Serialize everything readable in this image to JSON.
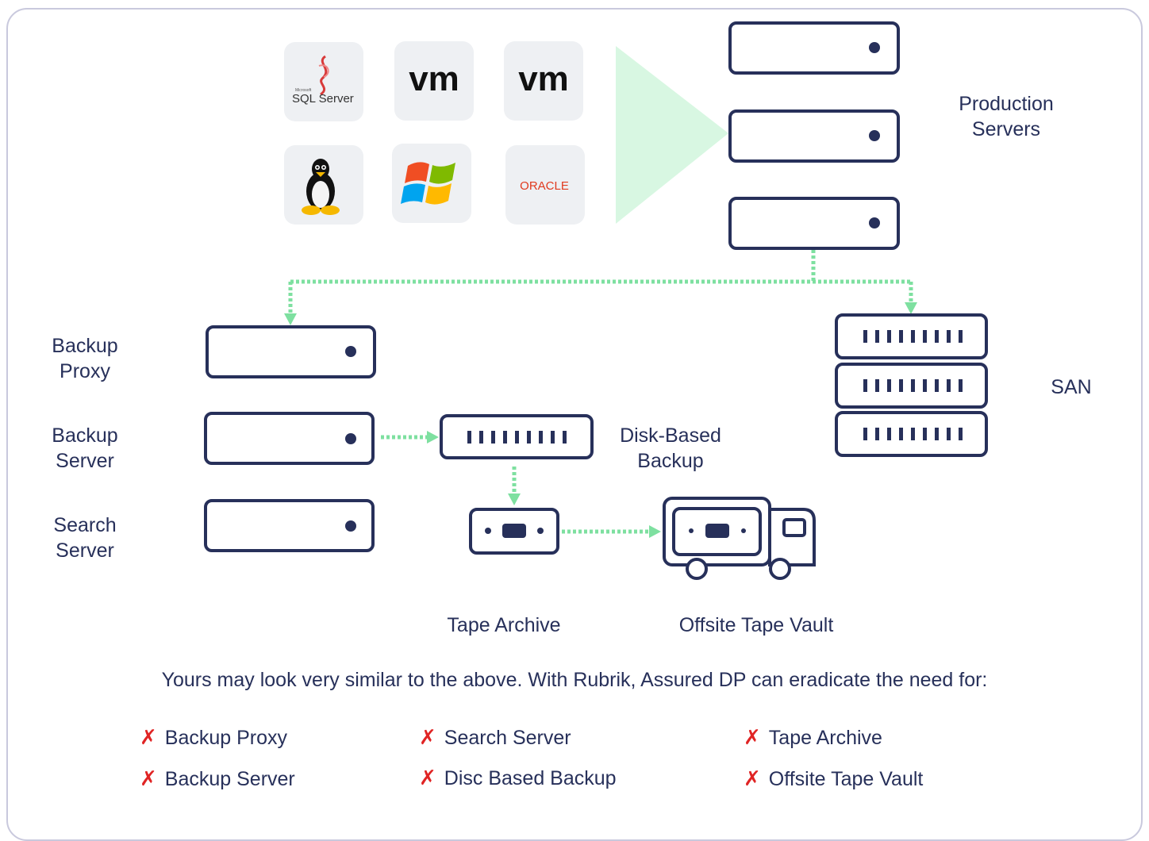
{
  "colors": {
    "navy": "#27305a",
    "green": "#7ee0a0",
    "triangle": "#d8f7e2",
    "red": "#e02424",
    "tile_bg": "#eef0f3",
    "frame": "#c9c9dd"
  },
  "logos": [
    {
      "name": "sql-server-logo",
      "line1": "Microsoft",
      "line2": "SQL Server"
    },
    {
      "name": "vmware-logo",
      "text": "vm"
    },
    {
      "name": "vmware-logo-2",
      "text": "vm"
    },
    {
      "name": "linux-tux-logo"
    },
    {
      "name": "windows-logo"
    },
    {
      "name": "oracle-logo",
      "text": "ORACLE"
    }
  ],
  "labels": {
    "production_servers": [
      "Production",
      "Servers"
    ],
    "backup_proxy": [
      "Backup",
      "Proxy"
    ],
    "backup_server": [
      "Backup",
      "Server"
    ],
    "search_server": [
      "Search",
      "Server"
    ],
    "disk_based_backup": [
      "Disk-Based",
      "Backup"
    ],
    "san": "SAN",
    "tape_archive": "Tape Archive",
    "offsite_tape_vault": "Offsite Tape Vault"
  },
  "caption": "Yours may look very similar to the above. With Rubrik, Assured DP can eradicate the need for:",
  "eradicate": {
    "mark": "✗",
    "items": [
      "Backup Proxy",
      "Backup Server",
      "Search Server",
      "Disc Based Backup",
      "Tape Archive",
      "Offsite Tape Vault"
    ]
  }
}
